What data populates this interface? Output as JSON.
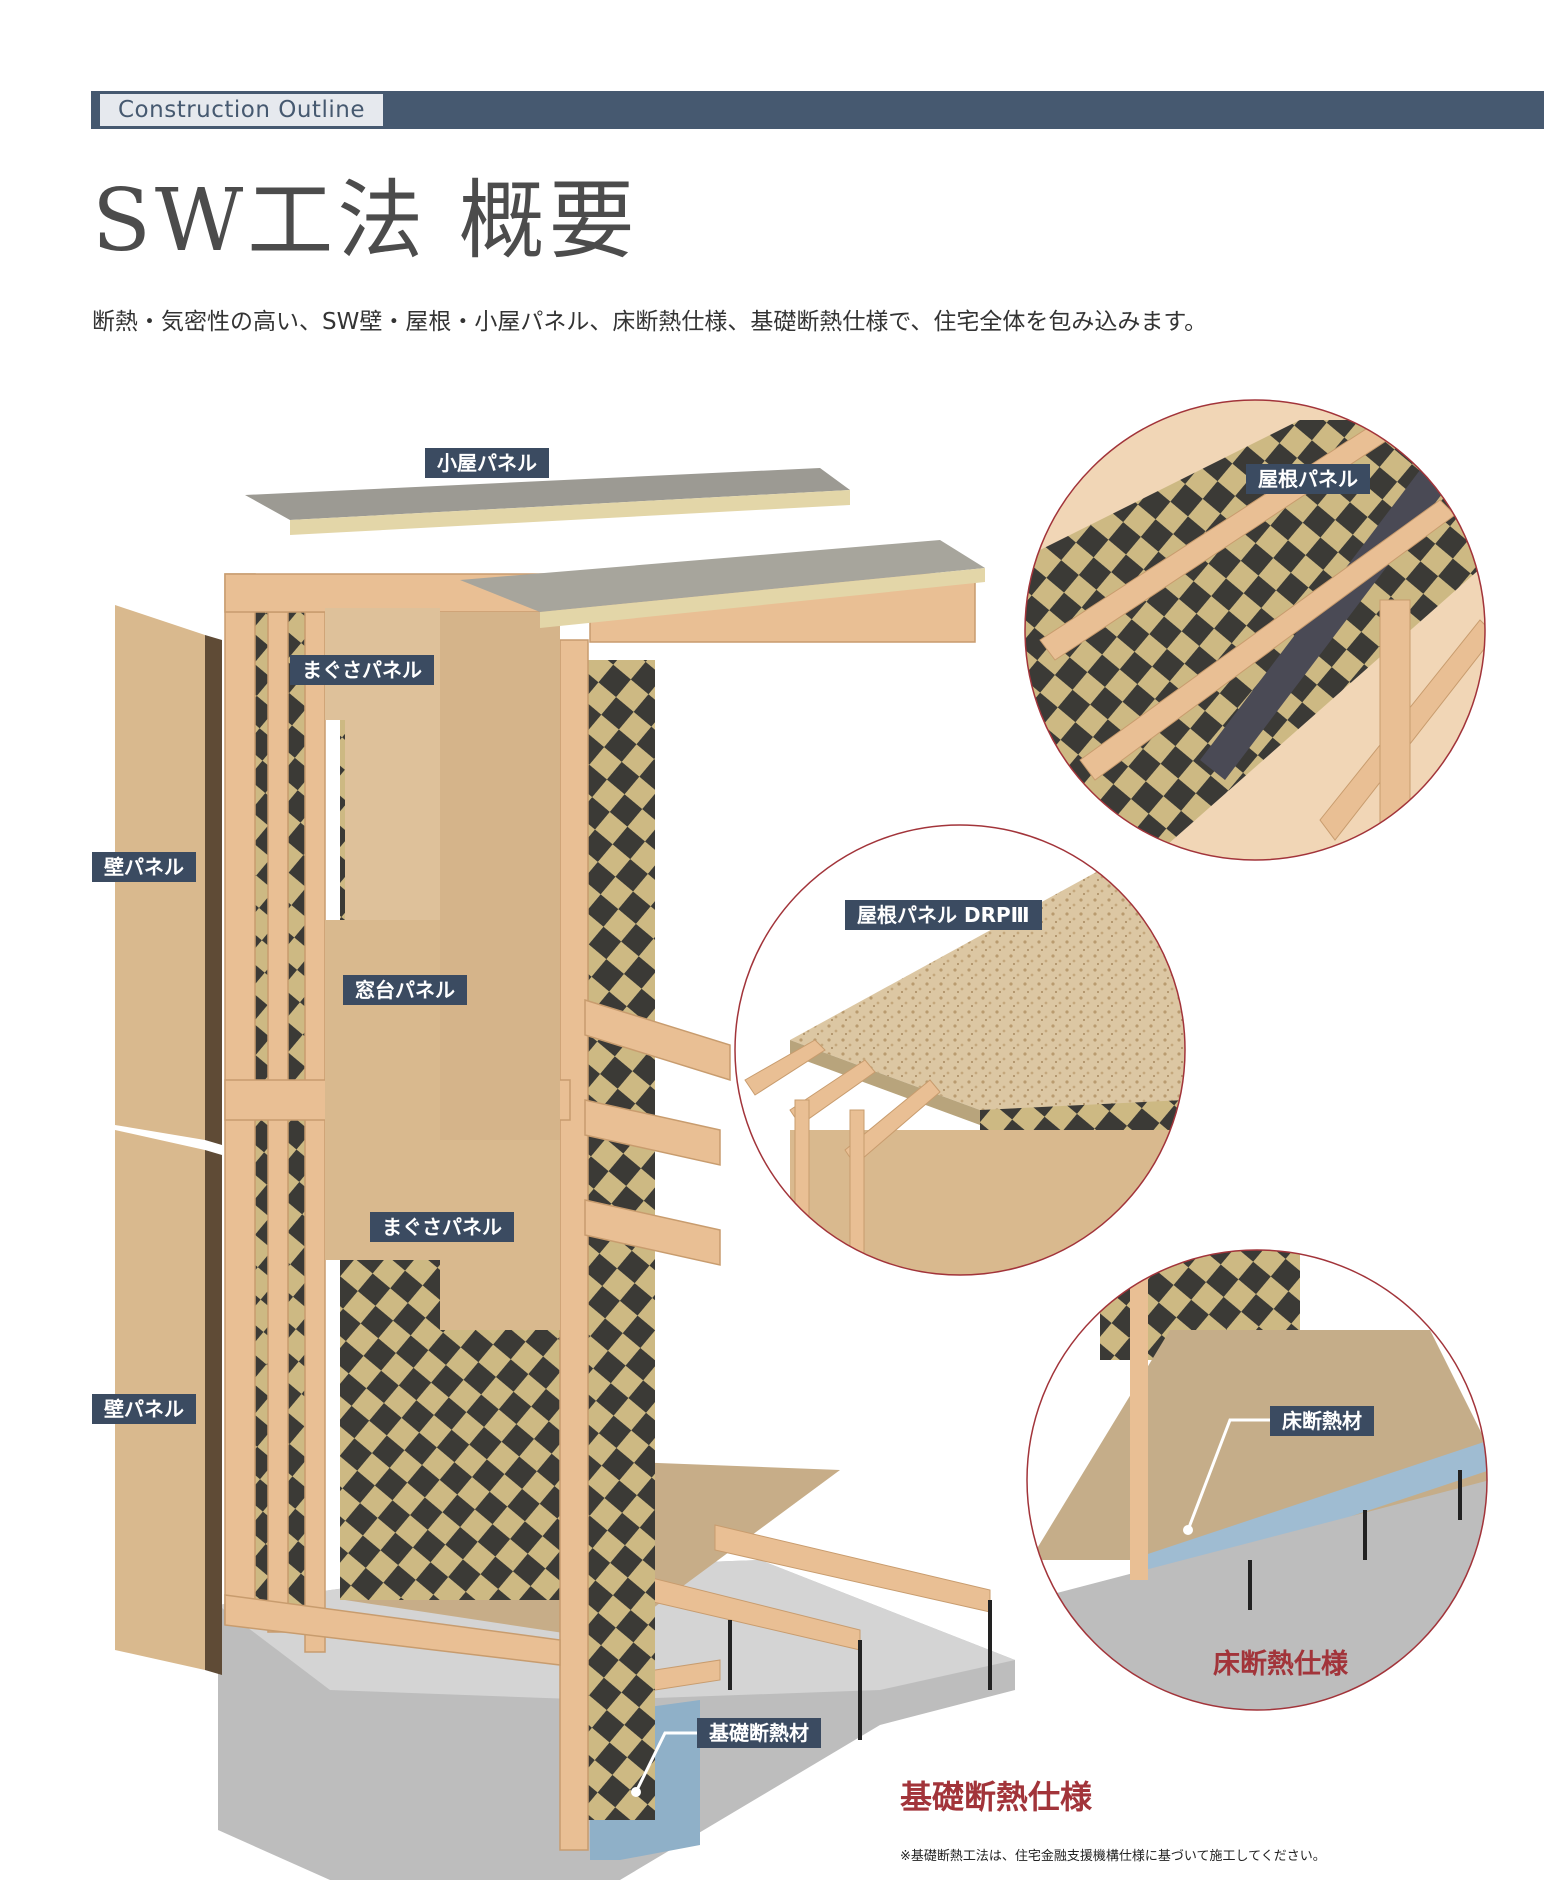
{
  "header": {
    "tag": "Construction Outline",
    "title": "SW工法 概要",
    "intro": "断熱・気密性の高い、SW壁・屋根・小屋パネル、床断熱仕様、基礎断熱仕様で、住宅全体を包み込みます。"
  },
  "labels": {
    "koya_panel": "小屋パネル",
    "magusa_panel_upper": "まぐさパネル",
    "kabe_panel_upper": "壁パネル",
    "madodai_panel": "窓台パネル",
    "magusa_panel_lower": "まぐさパネル",
    "kabe_panel_lower": "壁パネル",
    "kiso_dannetsuzai": "基礎断熱材",
    "yane_panel": "屋根パネル",
    "yane_panel_drp": "屋根パネル DRPⅢ",
    "yuka_dannetsuzai": "床断熱材"
  },
  "captions": {
    "yuka_spec": "床断熱仕様",
    "kiso_spec": "基礎断熱仕様",
    "kiso_note": "※基礎断熱工法は、住宅金融支援機構仕様に基づいて施工してください。"
  },
  "colors": {
    "header_bar": "#465970",
    "label_bg": "#3b4b61",
    "caption_red": "#a2343a",
    "wood": "#e9bf94",
    "panel": "#d9b98e",
    "concrete": "#bcbcbc",
    "insulation": "#8fb0c8"
  }
}
